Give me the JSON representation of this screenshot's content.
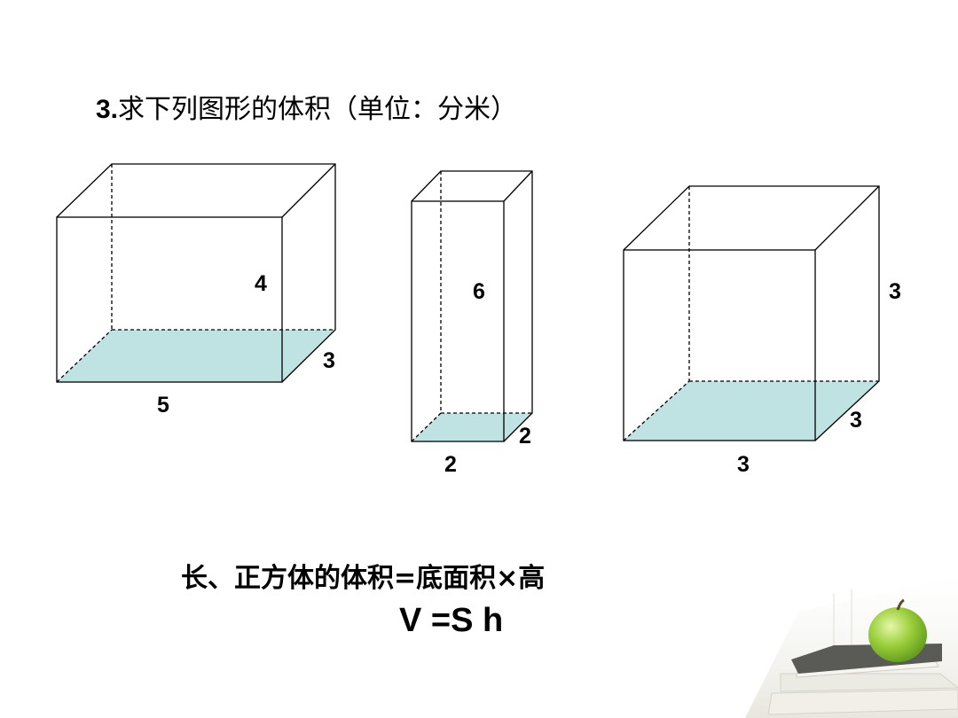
{
  "title": {
    "number": "3.",
    "text": "求下列图形的体积（单位：分米）"
  },
  "figures": [
    {
      "name": "cuboid-1",
      "length": "5",
      "width": "3",
      "height": "4"
    },
    {
      "name": "cuboid-2",
      "length": "2",
      "width": "2",
      "height": "6"
    },
    {
      "name": "cube",
      "length": "3",
      "width": "3",
      "height": "3"
    }
  ],
  "formula": {
    "text": "长、正方体的体积=底面积×高",
    "symbolic": "V =S h"
  },
  "colors": {
    "base_face": "#bfe2e2",
    "edge": "#000000",
    "apple": "#8dc63f",
    "book_top": "#5a5a56"
  },
  "icons": [
    "apple-on-books-decoration"
  ]
}
